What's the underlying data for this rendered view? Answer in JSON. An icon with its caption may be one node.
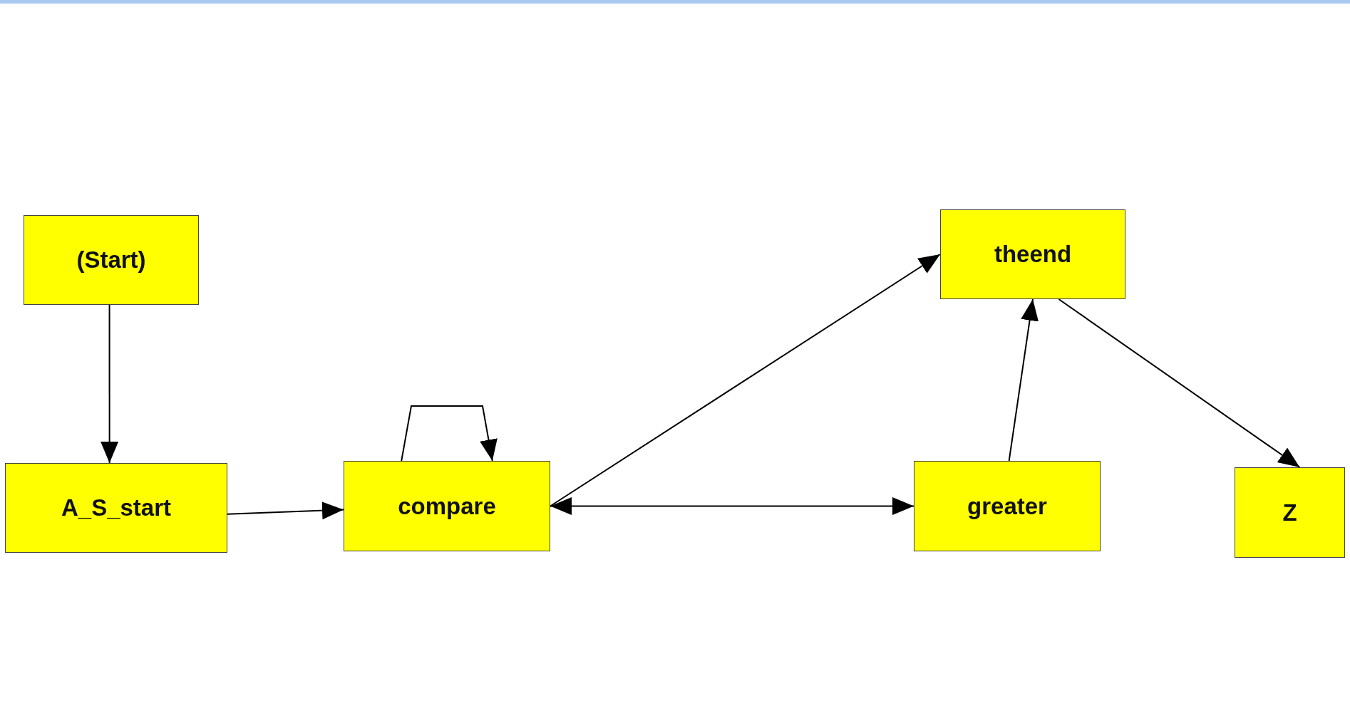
{
  "diagram": {
    "nodes": [
      {
        "text": [
          "(Start)"
        ]
      },
      {
        "text": [
          "A_S_start"
        ]
      },
      {
        "text": [
          "compare"
        ]
      },
      {
        "text": [
          "theend"
        ]
      },
      {
        "text": [
          "greater"
        ]
      },
      {
        "text": [
          "Z"
        ]
      }
    ],
    "edges": [
      {
        "from": 0,
        "to": 1,
        "arrow": "to"
      },
      {
        "from": 1,
        "to": 2,
        "arrow": "to"
      },
      {
        "from": 2,
        "to": 2,
        "arrow": "to"
      },
      {
        "from": 2,
        "to": 3,
        "arrow": "to"
      },
      {
        "from": 2,
        "to": 4,
        "arrow": "both"
      },
      {
        "from": 4,
        "to": 3,
        "arrow": "to"
      },
      {
        "from": 3,
        "to": 5,
        "arrow": "to"
      }
    ]
  }
}
